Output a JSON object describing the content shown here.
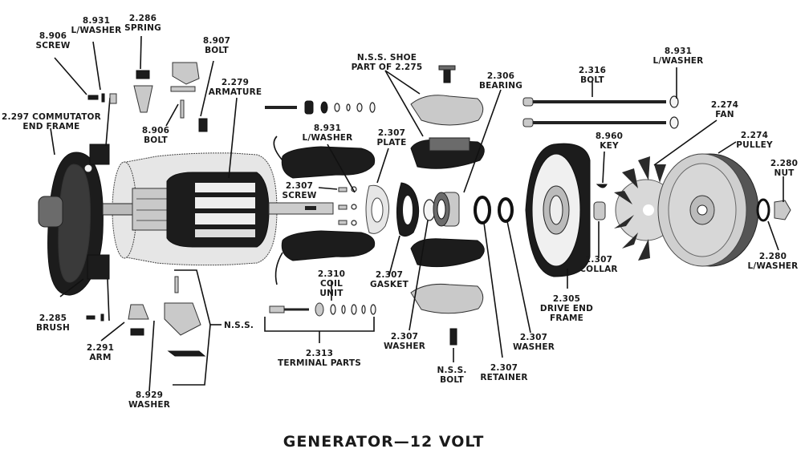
{
  "title": "GENERATOR—12 VOLT",
  "labels": {
    "screw_8906": [
      "8.906",
      "SCREW"
    ],
    "lwasher_8931_top": [
      "8.931",
      "L/WASHER"
    ],
    "spring_2286": [
      "2.286",
      "SPRING"
    ],
    "bolt_8907": [
      "8.907",
      "BOLT"
    ],
    "armature_2279": [
      "2.279",
      "ARMATURE"
    ],
    "bolt_8906": [
      "8.906",
      "BOLT"
    ],
    "commutator_end_frame_2297": [
      "2.297 COMMUTATOR",
      "END FRAME"
    ],
    "shoe_nss": [
      "N.S.S. SHOE",
      "PART OF 2.275"
    ],
    "lwasher_8931_mid": [
      "8.931",
      "L/WASHER"
    ],
    "plate_2307": [
      "2.307",
      "PLATE"
    ],
    "screw_2307": [
      "2.307",
      "SCREW"
    ],
    "bearing_2306": [
      "2.306",
      "BEARING"
    ],
    "bolt_2316": [
      "2.316",
      "BOLT"
    ],
    "lwasher_8931_right": [
      "8.931",
      "L/WASHER"
    ],
    "fan_2274": [
      "2.274",
      "FAN"
    ],
    "pulley_2274": [
      "2.274",
      "PULLEY"
    ],
    "key_8960": [
      "8.960",
      "KEY"
    ],
    "nut_2280": [
      "2.280",
      "NUT"
    ],
    "brush_2285": [
      "2.285",
      "BRUSH"
    ],
    "arm_2291": [
      "2.291",
      "ARM"
    ],
    "washer_8929": [
      "8.929",
      "WASHER"
    ],
    "nss_bracket": [
      "N.S.S."
    ],
    "coil_unit_2310": [
      "2.310",
      "COIL",
      "UNIT"
    ],
    "terminal_parts_2313": [
      "2.313",
      "TERMINAL PARTS"
    ],
    "gasket_2307": [
      "2.307",
      "GASKET"
    ],
    "washer_2307_a": [
      "2.307",
      "WASHER"
    ],
    "bolt_nss": [
      "N.S.S.",
      "BOLT"
    ],
    "retainer_2307": [
      "2.307",
      "RETAINER"
    ],
    "washer_2307_b": [
      "2.307",
      "WASHER"
    ],
    "drive_end_frame_2305": [
      "2.305",
      "DRIVE END",
      "FRAME"
    ],
    "collar_2307": [
      "2.307",
      "COLLAR"
    ],
    "lwasher_2280": [
      "2.280",
      "L/WASHER"
    ]
  }
}
